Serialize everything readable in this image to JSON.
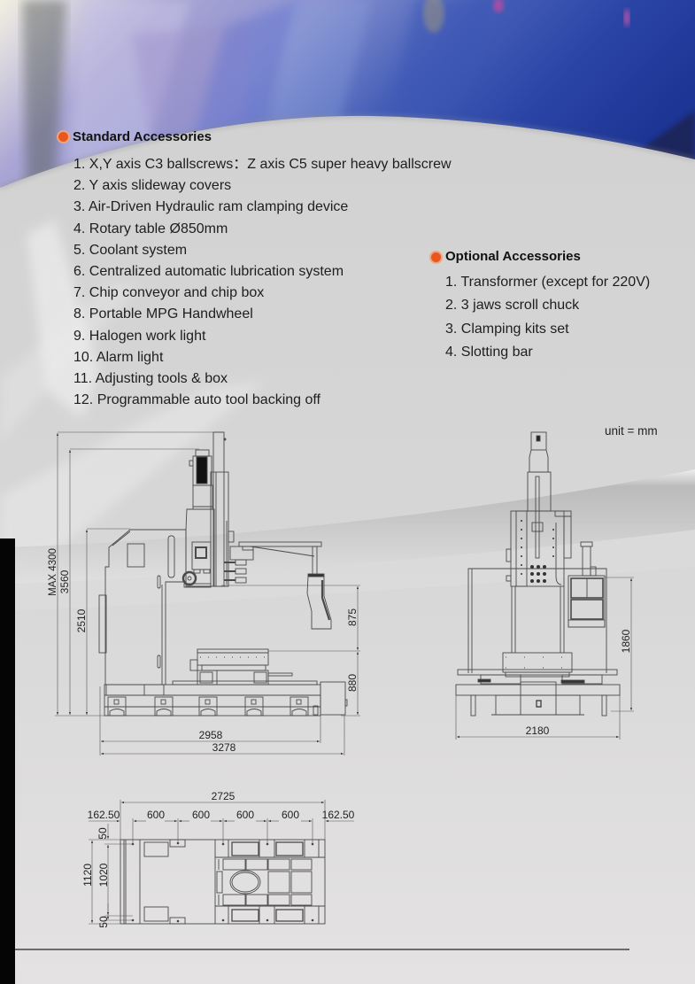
{
  "theme": {
    "accent_color": "#e8581e",
    "panel_color": "#d4d4d4",
    "page_bottom_color": "#e4e2e3",
    "sky_colors": [
      "#f2efe2",
      "#a49fd0",
      "#3d55b0",
      "#1d3594"
    ],
    "side_bar_color": "#050505"
  },
  "icons": {
    "section_bullet": "orange-radio-bullet-icon"
  },
  "standard_accessories": {
    "title": "Standard Accessories",
    "items": [
      "1. X,Y axis C3 ballscrews：Z axis C5 super heavy ballscrew",
      "2. Y axis slideway covers",
      "3. Air-Driven Hydraulic ram clamping device",
      "4. Rotary table Ø850mm",
      "5. Coolant system",
      "6. Centralized automatic lubrication system",
      "7. Chip conveyor and chip box",
      "8. Portable MPG Handwheel",
      "9. Halogen work light",
      "10. Alarm light",
      "11. Adjusting tools & box",
      "12. Programmable auto tool backing off"
    ]
  },
  "optional_accessories": {
    "title": "Optional Accessories",
    "items": [
      "1. Transformer (except for 220V)",
      "2. 3 jaws scroll chuck",
      "3. Clamping kits set",
      "4. Slotting bar"
    ]
  },
  "drawings": {
    "unit_label": "unit = mm",
    "side_view": {
      "max_height": "MAX 4300",
      "height_3560": "3560",
      "height_2510": "2510",
      "dim_875": "875",
      "dim_880": "880",
      "length_2958": "2958",
      "length_3278": "3278"
    },
    "front_view": {
      "height_1860": "1860",
      "width_2180": "2180"
    },
    "plan_view": {
      "overall_2725": "2725",
      "edge_left": "162.50",
      "spacing": [
        "600",
        "600",
        "600",
        "600"
      ],
      "edge_right": "162.50",
      "depth_1120": "1120",
      "depth_1020": "1020",
      "offset_top": "50",
      "offset_bottom": "50"
    }
  }
}
